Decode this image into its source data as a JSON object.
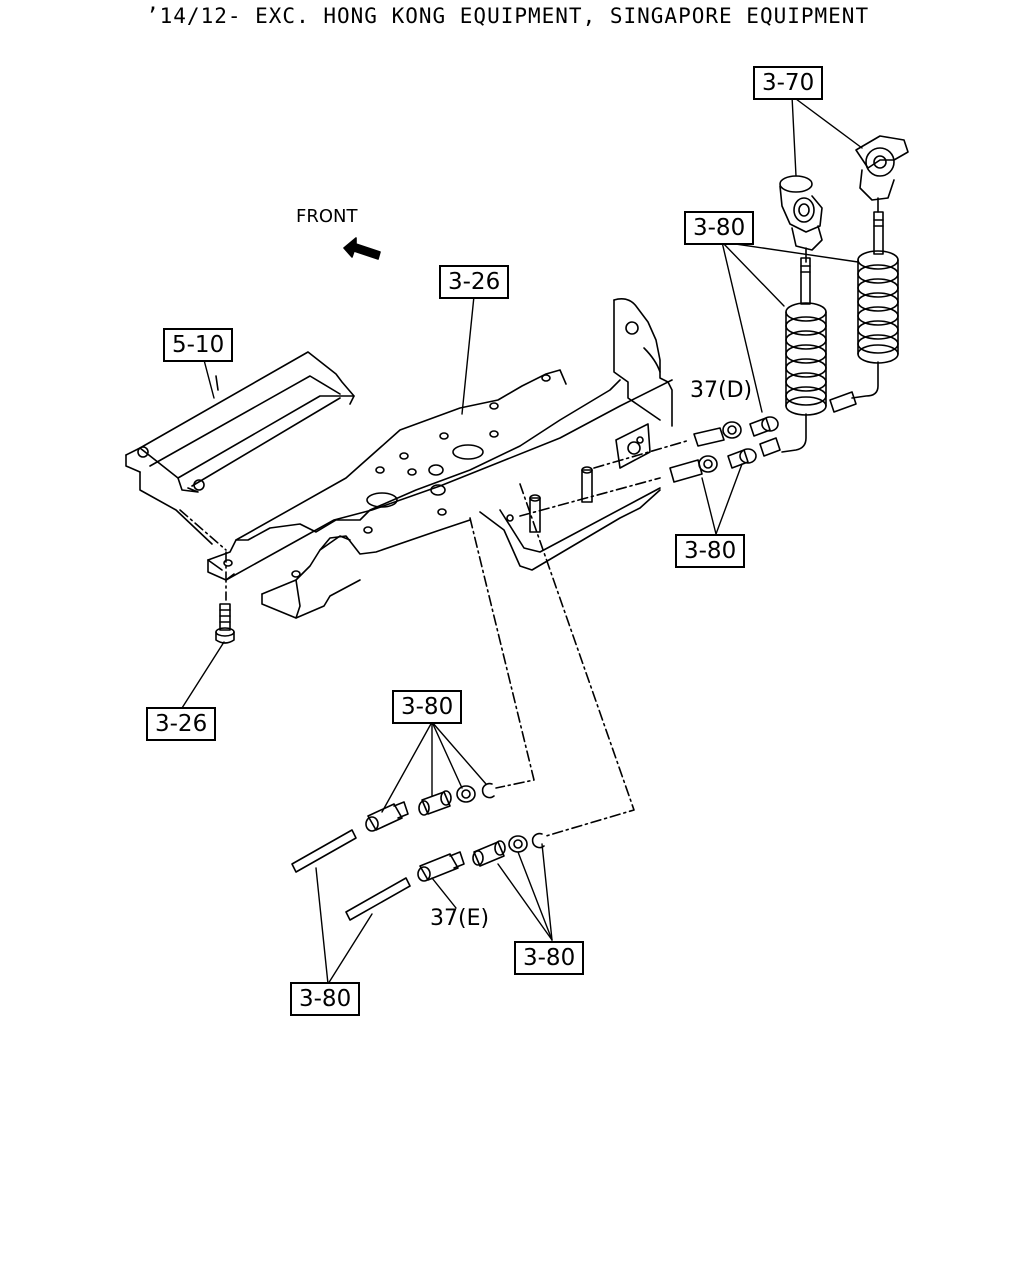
{
  "header": "’14/12- EXC. HONG KONG EQUIPMENT, SINGAPORE EQUIPMENT",
  "front_label": "FRONT",
  "callouts": {
    "c370": "3-70",
    "c380_coils": "3-80",
    "c326_top": "3-26",
    "c510": "5-10",
    "c37d": "37(D)",
    "c380_right": "3-80",
    "c326_bottom": "3-26",
    "c380_mid": "3-80",
    "c37e": "37(E)",
    "c380_lower": "3-80",
    "c380_bottom": "3-80"
  }
}
